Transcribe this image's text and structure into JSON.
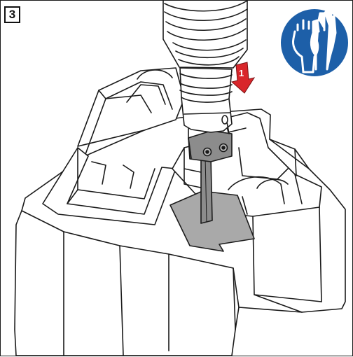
{
  "step": {
    "number": "3"
  },
  "callout": {
    "label": "1",
    "color": "#d9262b"
  },
  "icons": {
    "safety_sign": "protective-gloves-mandatory-sign",
    "safety_sign_color": "#1d5fa8"
  },
  "colors": {
    "plate": "#a9a9a9",
    "line": "#1a1a1a",
    "background": "#ffffff"
  }
}
